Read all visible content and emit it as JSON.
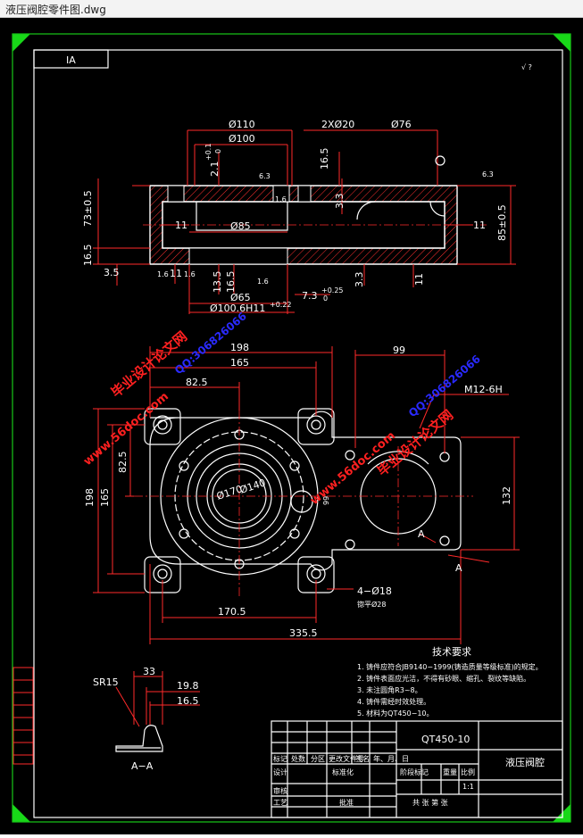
{
  "window": {
    "title": "液压阀腔零件图.dwg"
  },
  "drawing": {
    "corner_label": "IA",
    "roughness_note": "√ ?",
    "top_view_dims": {
      "d110": "Ø110",
      "d100": "Ø100",
      "two_x_d20": "2XØ20",
      "d76": "Ø76",
      "d85": "Ø85",
      "d65": "Ø65",
      "d100_6": "Ø100.6H11",
      "h73": "73±0.5",
      "h85": "85±0.5",
      "h16_5_left": "16.5",
      "h16_5_top": "16.5",
      "h16_5_mid": "16.5",
      "h13_5": "13.5",
      "w11_left": "11",
      "w11_right": "11",
      "w11_bottom": "11",
      "w11_bottom_right": "11",
      "w3_5": "3.5",
      "w3_3_a": "3.3",
      "w3_3_b": "3.3",
      "d2_1": "2.1",
      "tol_01": "+0.1",
      "tol_0": "0",
      "d7_3": "7.3",
      "tol_025": "+0.25",
      "tol_0b": "0",
      "h11_tol": "+0.22",
      "r1_6_a": "1.6",
      "r1_6_b": "1.6",
      "r1_6_c": "1.6",
      "r6_3_a": "6.3",
      "r6_3_b": "6.3",
      "r1_6_d": "1.6"
    },
    "plan_view_dims": {
      "w198": "198",
      "w165": "165",
      "w82_5": "82.5",
      "w99": "99",
      "thread": "M12-6H",
      "h198": "198",
      "h165": "165",
      "h82_5": "82.5",
      "h132": "132",
      "h99": "99",
      "d170": "Ø170",
      "d140": "Ø140",
      "holes": "4−Ø18",
      "counterbore": "锪平Ø28",
      "w170_5": "170.5",
      "w335_5": "335.5",
      "section_mark_a": "A",
      "section_mark_b": "A"
    },
    "section_view": {
      "sr15": "SR15",
      "w33": "33",
      "w19_8": "19.8",
      "w16_5": "16.5",
      "label": "A−A"
    },
    "tech_requirements": {
      "title": "技术要求",
      "items": [
        "1. 铸件应符合JB9140−1999(铸造质量等级标准)的规定。",
        "2. 铸件表面应光洁，不得有砂眼、缩孔、裂纹等缺陷。",
        "3. 未注圆角R3~8。",
        "4. 铸件需经时效处理。",
        "5. 材料为QT450−10。"
      ]
    },
    "title_block": {
      "material": "QT450-10",
      "part_name": "液压阀腔",
      "scale": "1:1",
      "row_labels": [
        "标记",
        "处数",
        "分区",
        "更改文件号",
        "签名",
        "年、月、日"
      ],
      "design": "设计",
      "standardize": "标准化",
      "stage_mark": "阶段标记",
      "weight": "重量",
      "ratio": "比例",
      "review": "审核",
      "process": "工艺",
      "approve": "批准",
      "sheet": "共  张  第  张"
    },
    "watermarks": {
      "site": "www.56doc.com",
      "brand": "毕业设计论文网",
      "qq": "QQ:306826066"
    }
  }
}
